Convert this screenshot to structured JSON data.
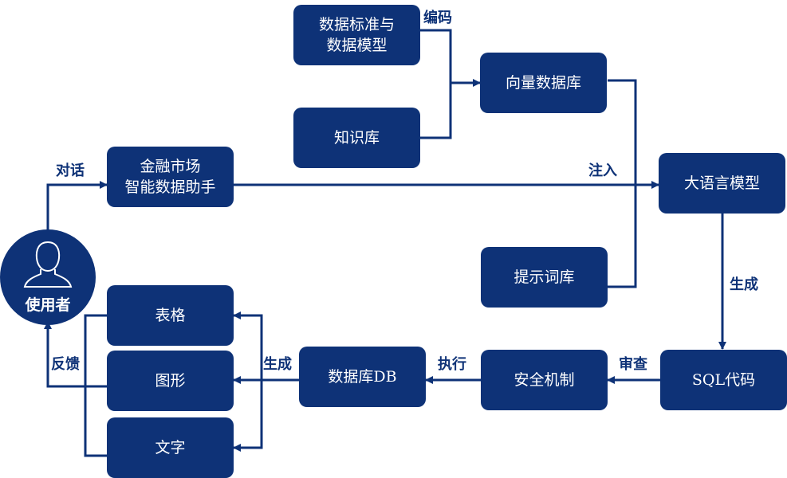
{
  "colors": {
    "primary": "#0e3277",
    "text_on_box": "#ffffff",
    "background": "#ffffff"
  },
  "user": {
    "label": "使用者",
    "icon": "person-icon"
  },
  "nodes": {
    "assistant": {
      "line1": "金融市场",
      "line2": "智能数据助手"
    },
    "data_standard": {
      "line1": "数据标准与",
      "line2": "数据模型"
    },
    "knowledge_base": {
      "label": "知识库"
    },
    "vector_db": {
      "label": "向量数据库"
    },
    "prompt_lib": {
      "label": "提示词库"
    },
    "llm": {
      "label": "大语言模型"
    },
    "sql_code": {
      "label": "SQL代码"
    },
    "security": {
      "label": "安全机制"
    },
    "database": {
      "label": "数据库DB"
    },
    "table": {
      "label": "表格"
    },
    "chart": {
      "label": "图形"
    },
    "text": {
      "label": "文字"
    }
  },
  "edge_labels": {
    "dialog": "对话",
    "encode": "编码",
    "inject": "注入",
    "generate_sql": "生成",
    "review": "审查",
    "execute": "执行",
    "generate_output": "生成",
    "feedback": "反馈"
  }
}
